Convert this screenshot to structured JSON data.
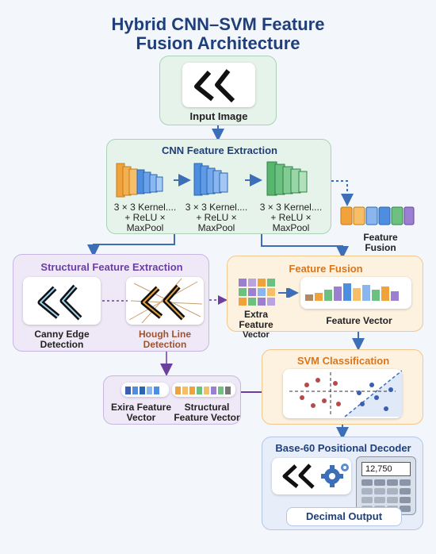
{
  "title_line1": "Hybrid CNN–SVM Feature",
  "title_line2": "Fusion Architecture",
  "input": {
    "label": "Input Image"
  },
  "cnn": {
    "title": "CNN Feature Extraction",
    "kernel1": "3 × 3 Kernel....",
    "act1": "+ ReLU ×",
    "pool1": "MaxPool",
    "kernel2": "3 × 3 Kernel....",
    "act2": "+ ReLU ×",
    "pool2": "MaxPool",
    "kernel3": "3 × 3 Kernel....",
    "act3": "+ ReLU ×",
    "pool3": "MaxPool"
  },
  "feature_fusion_side": {
    "line1": "Feature",
    "line2": "Fusion"
  },
  "structural": {
    "title": "Structural Feature Extraction",
    "canny1": "Canny Edge",
    "canny2": "Detection",
    "hough1": "Hough Line",
    "hough2": "Detection"
  },
  "fusion": {
    "title": "Feature Fusion",
    "extra1": "Extra",
    "extra2": "Feature",
    "extra3": "Vector",
    "vector": "Feature Vector"
  },
  "vectors": {
    "extra1": "Exira Feature",
    "extra2": "Vector",
    "struct1": "Structural",
    "struct2": "Feature Vector"
  },
  "svm": {
    "title": "SVM Classification"
  },
  "decoder": {
    "title": "Base-60 Positional Decoder",
    "display": "12,750",
    "output": "Decimal Output"
  },
  "colors": {
    "title": "#1f3f7a",
    "arrow": "#3c6fb8",
    "purple_title": "#6a3fa0",
    "orange_title": "#d9761c",
    "hough": "#a0522d"
  }
}
